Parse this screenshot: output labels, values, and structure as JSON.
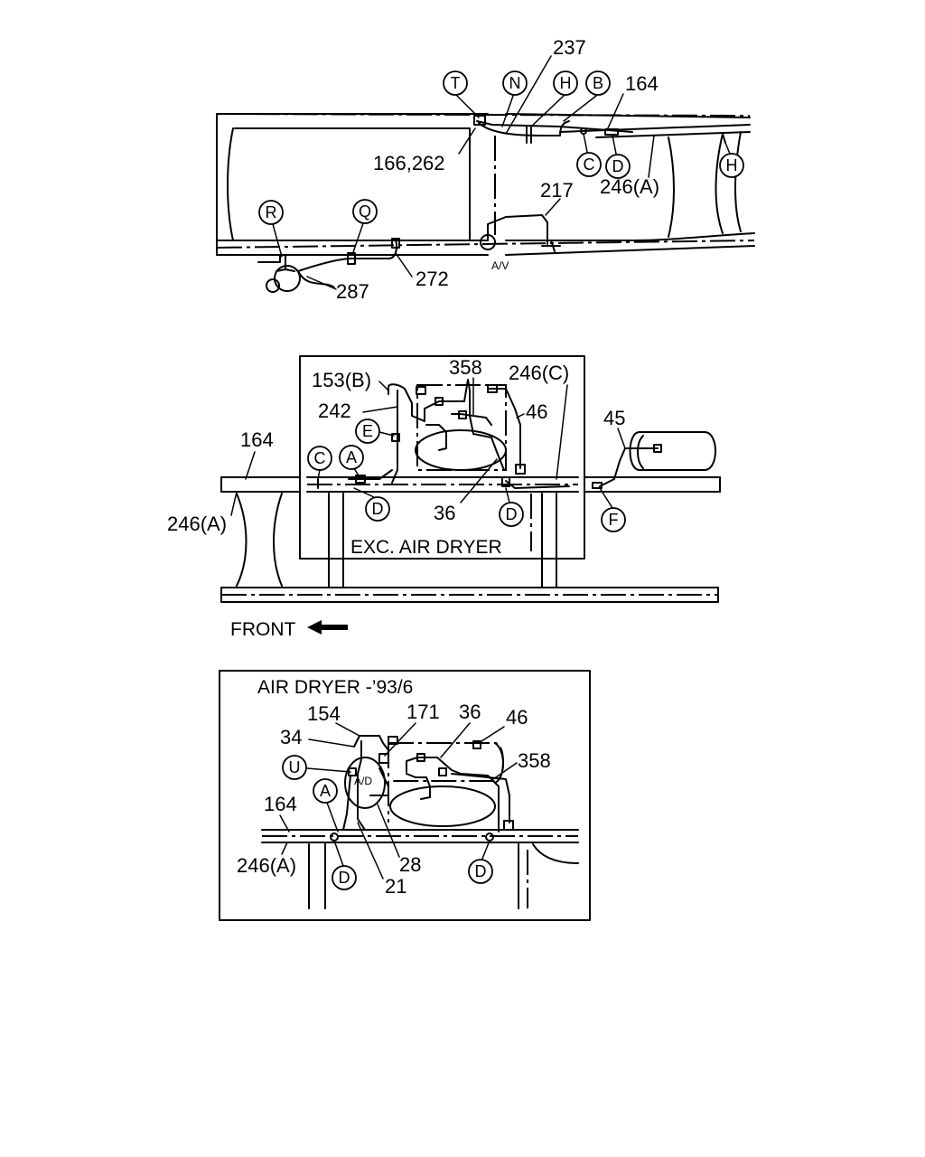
{
  "diagram": {
    "top_view": {
      "labels": {
        "l237": "237",
        "l164": "164",
        "l166": "166,262",
        "l246a": "246(A)",
        "l217": "217",
        "l272": "272",
        "l287": "287",
        "av": "A/V"
      },
      "callouts": {
        "T": "T",
        "N": "N",
        "H1": "H",
        "B": "B",
        "C": "C",
        "D": "D",
        "H2": "H",
        "R": "R",
        "Q": "Q"
      }
    },
    "middle_view": {
      "labels": {
        "l153b": "153(B)",
        "l358": "358",
        "l246c": "246(C)",
        "l242": "242",
        "l46": "46",
        "l45": "45",
        "l164": "164",
        "l246a": "246(A)",
        "l36": "36"
      },
      "callouts": {
        "E": "E",
        "C": "C",
        "A": "A",
        "D1": "D",
        "D2": "D",
        "F": "F"
      },
      "box_caption": "EXC. AIR DRYER"
    },
    "front_indicator": "FRONT",
    "bottom_view": {
      "box_caption": "AIR DRYER  -’93/6",
      "labels": {
        "l154": "154",
        "l171": "171",
        "l36": "36",
        "l46": "46",
        "l34": "34",
        "l358": "358",
        "l164": "164",
        "l246a": "246(A)",
        "l28": "28",
        "l21": "21",
        "ad": "A/D"
      },
      "callouts": {
        "U": "U",
        "A": "A",
        "D1": "D",
        "D2": "D"
      }
    }
  }
}
